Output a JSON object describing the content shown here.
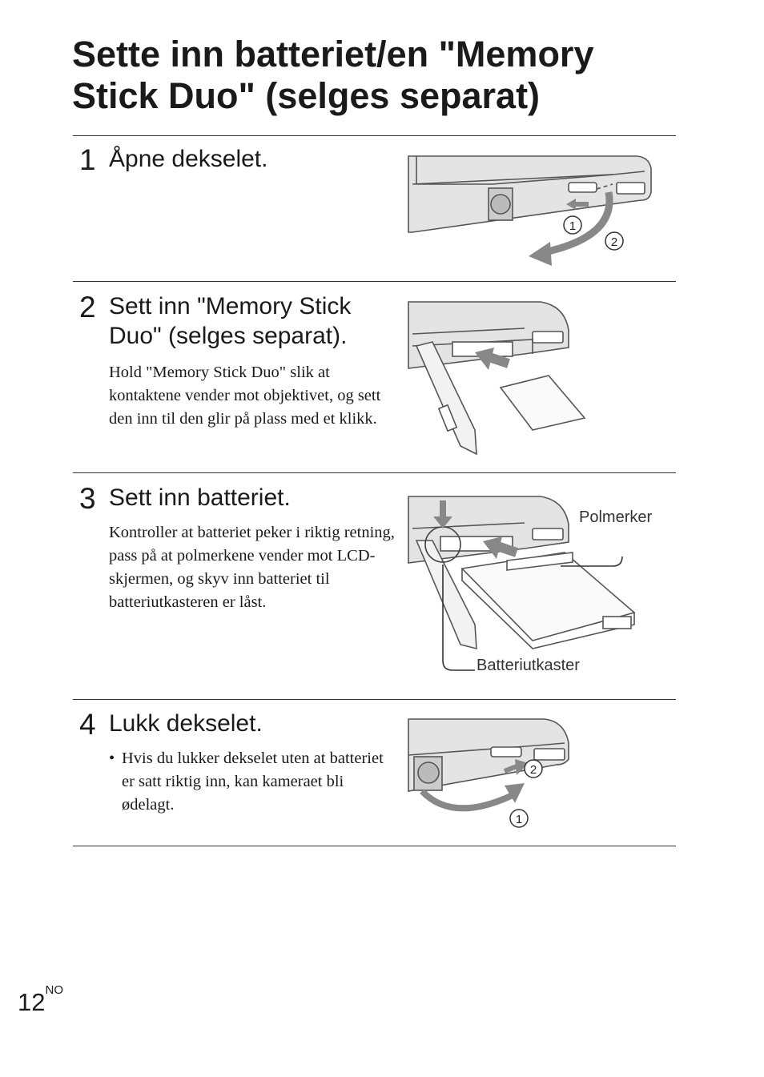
{
  "title": "Sette inn batteriet/en \"Memory Stick Duo\" (selges separat)",
  "steps": [
    {
      "number": "1",
      "heading": "Åpne dekselet.",
      "markers": [
        "1",
        "2"
      ]
    },
    {
      "number": "2",
      "heading": "Sett inn \"Memory Stick Duo\" (selges separat).",
      "body": "Hold \"Memory Stick Duo\" slik at kontaktene vender mot objektivet, og sett den inn til den glir på plass med et klikk."
    },
    {
      "number": "3",
      "heading": "Sett inn batteriet.",
      "body": "Kontroller at batteriet peker i riktig retning, pass på at polmerkene vender mot LCD-skjermen, og skyv inn batteriet til batteriutkasteren er låst.",
      "callouts": [
        "Polmerker",
        "Batteriutkaster"
      ]
    },
    {
      "number": "4",
      "heading": "Lukk dekselet.",
      "bullet": "•",
      "body": "Hvis du lukker dekselet uten at batteriet er satt riktig inn, kan kameraet bli ødelagt.",
      "markers": [
        "2",
        "1"
      ]
    }
  ],
  "page": {
    "number": "12",
    "lang": "NO"
  }
}
